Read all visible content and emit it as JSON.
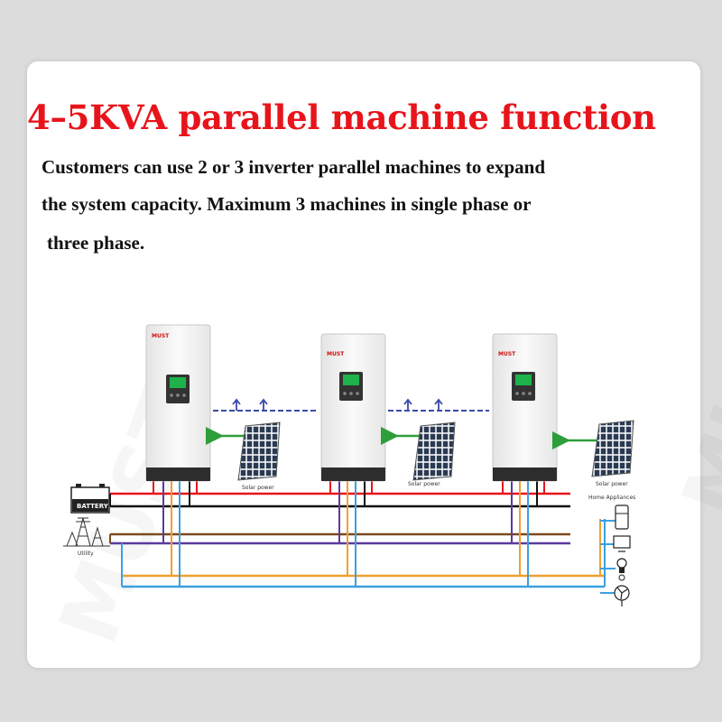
{
  "title": "4–5KVA parallel machine function",
  "description": {
    "line1": "Customers can use 2 or 3 inverter parallel machines to expand",
    "line2": "the system capacity. Maximum 3 machines in single phase or",
    "line3": "three phase."
  },
  "inverters": [
    {
      "brand": "MUST"
    },
    {
      "brand": "MUST"
    },
    {
      "brand": "MUST"
    }
  ],
  "solar_labels": [
    "Solar power",
    "Solar power",
    "Solar power"
  ],
  "battery_label": "BATTERY",
  "utility_label": "Utility",
  "home_label": "Home Appliances",
  "watermark": "MUST",
  "colors": {
    "title": "#e8141b",
    "red_line": "#e8141b",
    "black_line": "#111111",
    "purple_line": "#5b3a9e",
    "brown_line": "#7a4a1e",
    "orange_line": "#f0a030",
    "blue_line": "#3aa0e0",
    "green_arrow": "#2e9e3a",
    "blue_arrow": "#3b4aa8",
    "screen_green": "#1db34a"
  }
}
